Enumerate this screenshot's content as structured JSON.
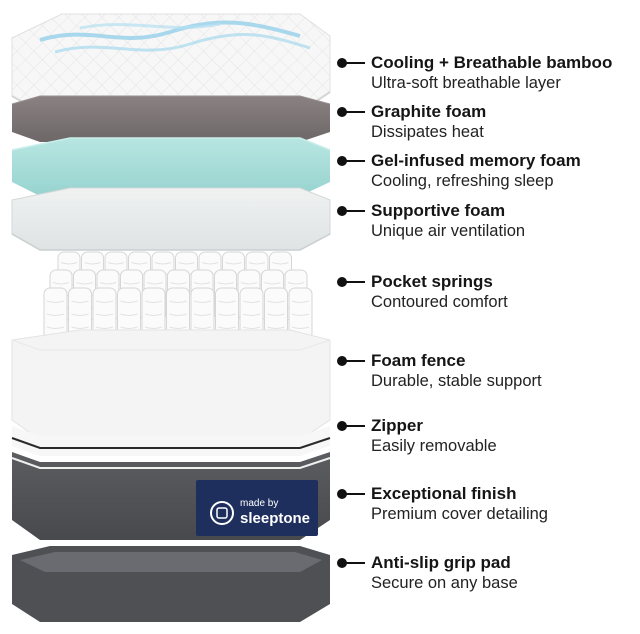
{
  "brand": {
    "made_by": "made by",
    "name": "sleeptone"
  },
  "layers": [
    {
      "title": "Cooling + Breathable bamboo",
      "subtitle": "Ultra-soft breathable layer"
    },
    {
      "title": "Graphite foam",
      "subtitle": "Dissipates heat"
    },
    {
      "title": "Gel-infused memory foam",
      "subtitle": "Cooling, refreshing sleep"
    },
    {
      "title": "Supportive foam",
      "subtitle": "Unique air ventilation"
    },
    {
      "title": "Pocket springs",
      "subtitle": "Contoured comfort"
    },
    {
      "title": "Foam fence",
      "subtitle": "Durable, stable support"
    },
    {
      "title": "Zipper",
      "subtitle": "Easily removable"
    },
    {
      "title": "Exceptional finish",
      "subtitle": "Premium cover detailing"
    },
    {
      "title": "Anti-slip grip pad",
      "subtitle": "Secure on any base"
    }
  ],
  "colors": {
    "graphite": "#7d7575",
    "gel": "#a9ddd9",
    "cover_dark": "#55565a",
    "badge": "#1e2f5e"
  }
}
